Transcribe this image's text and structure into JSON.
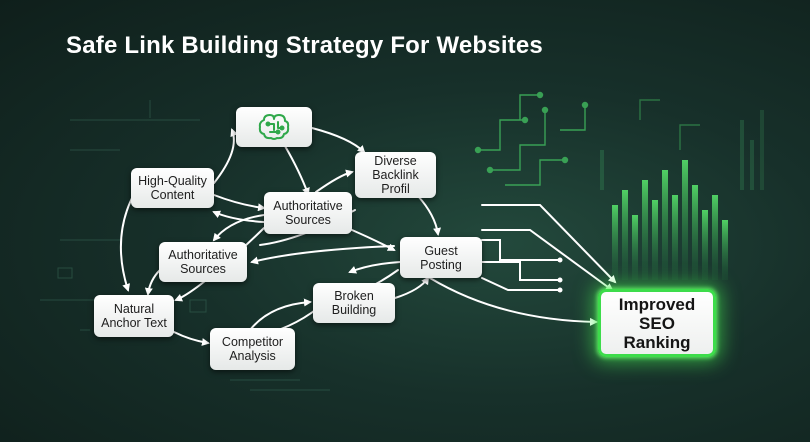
{
  "title": "Safe Link Building Strategy For Websites",
  "nodes": {
    "high_quality_content": "High-Quality\nContent",
    "diverse_backlink": "Diverse\nBacklink\nProfil",
    "authoritative_sources_1": "Authoritative\nSources",
    "authoritative_sources_2": "Authoritative\nSources",
    "guest_posting": "Guest\nPosting",
    "natural_anchor_text": "Natural\nAnchor Text",
    "broken_building": "Broken\nBuilding",
    "competitor_analysis": "Competitor\nAnalysis",
    "improved_seo_ranking": "Improved\nSEO\nRanking"
  },
  "icons": {
    "top_node_icon": "brain-circuit-icon"
  },
  "colors": {
    "background": "#17302a",
    "accent_green": "#3ddc4b",
    "node_fill": "#ffffff",
    "arrow": "#ffffff"
  }
}
